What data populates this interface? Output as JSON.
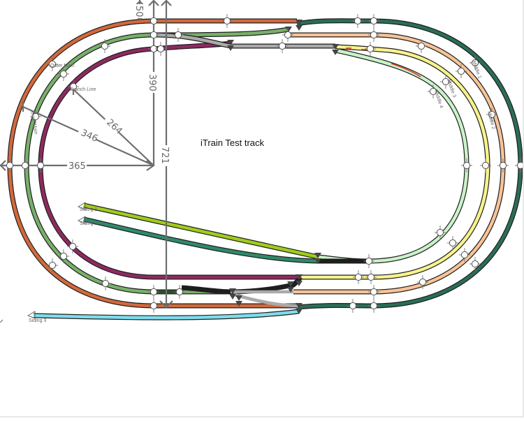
{
  "title": "iTrain Test track",
  "colors": {
    "outer_main": "#d2693c",
    "main_green": "#79b06a",
    "branch_line": "#8e2a60",
    "outer_right": "#2a6e55",
    "peach": "#f7c397",
    "yellow": "#f7f38c",
    "mint": "#c9f2c8",
    "switch_gray": "#aaaaaa",
    "siding1": "#a0cc1c",
    "siding2": "#2f8a67",
    "siding3": "#7fdcec",
    "dimension": "#6e6e6e",
    "occupied_red": "#d9391f"
  },
  "labels": {
    "outer_main": "Outer Main",
    "branch_line": "Branch Line",
    "inner_main": "Inner Main",
    "middle_1": "Middle 1",
    "middle_2": "Middle 2",
    "middle_3": "Middle 3",
    "middle_4": "Middle 4",
    "siding_1": "Siding 1",
    "siding_2": "Siding 2",
    "siding_3": "Siding 3"
  },
  "dimensions": {
    "d50": "50",
    "d390": "390",
    "d721": "721",
    "d264": "264",
    "d346": "346",
    "d365": "365"
  }
}
